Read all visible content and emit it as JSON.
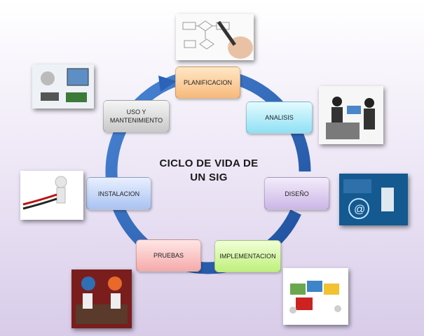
{
  "diagram": {
    "title_line1": "CICLO DE VIDA DE",
    "title_line2": "UN SIG",
    "stages": {
      "planificacion": "PLANIFICACION",
      "analisis": "ANALISIS",
      "diseno": "DISEÑO",
      "implementacion": "IMPLEMENTACION",
      "pruebas": "PRUEBAS",
      "instalacion": "INSTALACION",
      "uso": "USO Y MANTENIMIENTO"
    },
    "colors": {
      "cycle_arrow": "#2a63b8",
      "planificacion": "#f7b97b",
      "analisis": "#8fe0f4",
      "diseno": "#cbb6e6",
      "implementacion": "#bff07a",
      "pruebas": "#f6aaaa",
      "instalacion": "#a9c3f1",
      "uso": "#c9c9c9"
    }
  }
}
